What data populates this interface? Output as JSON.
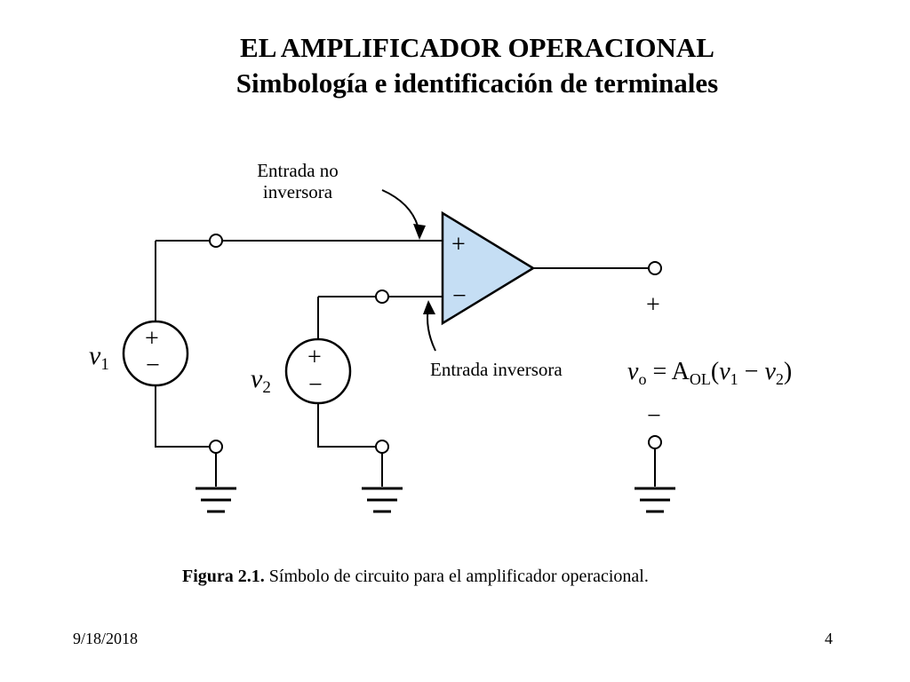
{
  "slide": {
    "title_line1": "EL AMPLIFICADOR OPERACIONAL",
    "title_line2": "Simbología e identificación de terminales",
    "footer_date": "9/18/2018",
    "footer_page": "4"
  },
  "diagram": {
    "label_noninverting_line1": "Entrada no",
    "label_noninverting_line2": "inversora",
    "label_inverting": "Entrada inversora",
    "opamp_plus": "+",
    "opamp_minus": "−",
    "source1": {
      "symbol": "v",
      "subscript": "1",
      "plus": "+",
      "minus": "−"
    },
    "source2": {
      "symbol": "v",
      "subscript": "2",
      "plus": "+",
      "minus": "−"
    },
    "output_plus": "+",
    "output_minus": "−",
    "formula": {
      "lhs": "v",
      "lhs_sub": "o",
      "eq": " = A",
      "gain_sub": "OL",
      "open": "(",
      "v1": "v",
      "v1_sub": "1",
      "minus": " − ",
      "v2": "v",
      "v2_sub": "2",
      "close": ")"
    },
    "colors": {
      "opamp_fill": "#c5def4",
      "line": "#000000"
    }
  },
  "caption": {
    "bold": "Figura 2.1.",
    "text": "Símbolo de circuito para el amplificador operacional."
  }
}
